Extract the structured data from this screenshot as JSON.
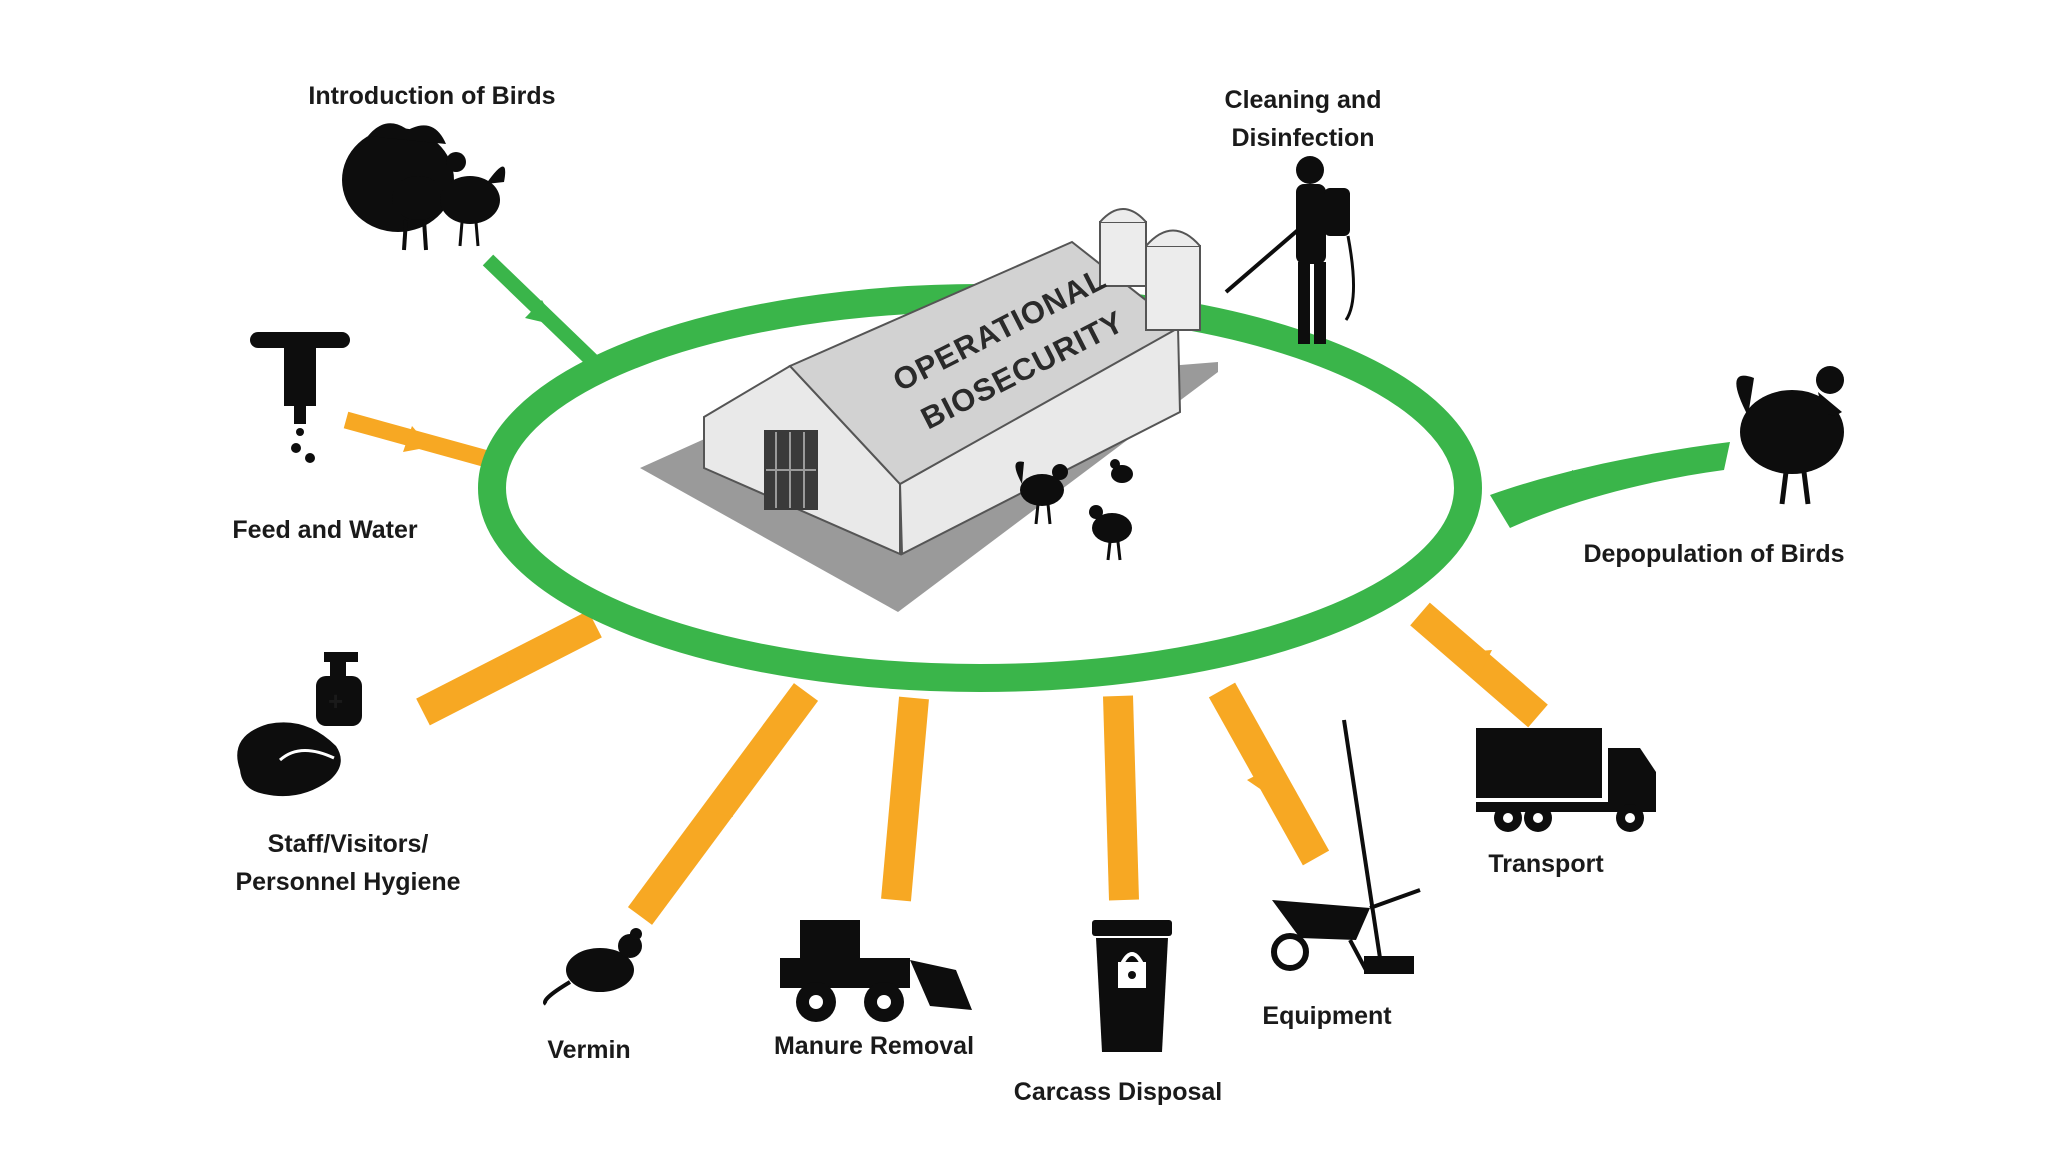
{
  "title_line1": "OPERATIONAL",
  "title_line2": "BIOSECURITY",
  "colors": {
    "ring": "#3ab54a",
    "inbound": "#f7a823",
    "barn_roof": "#d2d2d2",
    "barn_wall": "#e9e9e9",
    "shadow": "#9a9a9a",
    "icon": "#0d0d0d"
  },
  "labels": {
    "introduction": "Introduction of Birds",
    "cleaning_1": "Cleaning and",
    "cleaning_2": "Disinfection",
    "feed": "Feed and Water",
    "depopulation": "Depopulation of Birds",
    "staff_1": "Staff/Visitors/",
    "staff_2": "Personnel Hygiene",
    "transport": "Transport",
    "vermin": "Vermin",
    "manure": "Manure Removal",
    "carcass": "Carcass Disposal",
    "equipment": "Equipment"
  },
  "icons": {
    "introduction": "turkey-and-chicken-icon",
    "cleaning": "sprayer-person-icon",
    "feed": "water-nipple-icon",
    "depopulation": "hen-icon",
    "staff": "hand-washing-icon",
    "transport": "truck-icon",
    "vermin": "rat-icon",
    "manure": "loader-icon",
    "carcass": "locked-bin-icon",
    "equipment": "wheelbarrow-broom-icon"
  }
}
